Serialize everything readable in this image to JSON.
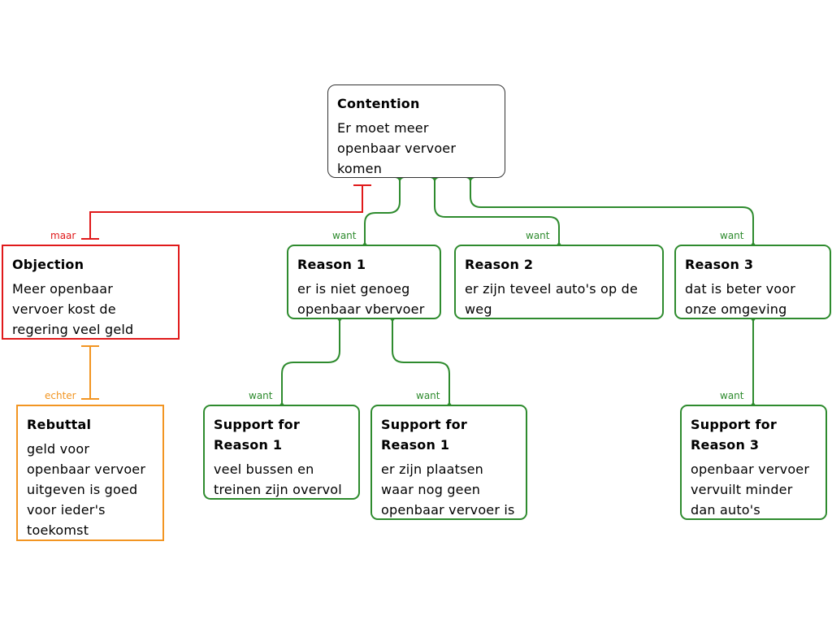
{
  "nodes": {
    "contention": {
      "title": "Contention",
      "lines": [
        "Er moet meer",
        "openbaar vervoer",
        "komen"
      ]
    },
    "objection": {
      "title": "Objection",
      "lines": [
        "Meer openbaar",
        "vervoer kost de",
        "regering veel geld"
      ]
    },
    "rebuttal": {
      "title": "Rebuttal",
      "lines": [
        "geld voor",
        "openbaar vervoer",
        "uitgeven is goed",
        "voor ieder's",
        "toekomst"
      ]
    },
    "reason1": {
      "title": "Reason 1",
      "lines": [
        "er is niet genoeg",
        "openbaar vbervoer"
      ]
    },
    "reason2": {
      "title": "Reason 2",
      "lines": [
        "er zijn teveel auto's op de",
        "weg"
      ]
    },
    "reason3": {
      "title": "Reason 3",
      "lines": [
        "dat is beter voor",
        "onze omgeving"
      ]
    },
    "support1a": {
      "title_lines": [
        "Support for",
        "Reason 1"
      ],
      "lines": [
        "veel bussen en",
        "treinen zijn overvol"
      ]
    },
    "support1b": {
      "title_lines": [
        "Support for",
        "Reason 1"
      ],
      "lines": [
        "er zijn plaatsen",
        "waar nog geen",
        "openbaar vervoer is"
      ]
    },
    "support3": {
      "title_lines": [
        "Support for",
        "Reason 3"
      ],
      "lines": [
        "openbaar vervoer",
        "vervuilt minder",
        "dan auto's"
      ]
    }
  },
  "connectors": {
    "maar": "maar",
    "echter": "echter",
    "want": "want"
  },
  "colors": {
    "support": "#2e8b2e",
    "objection": "#e0191a",
    "rebuttal": "#f29522",
    "contention_border": "#333333"
  }
}
